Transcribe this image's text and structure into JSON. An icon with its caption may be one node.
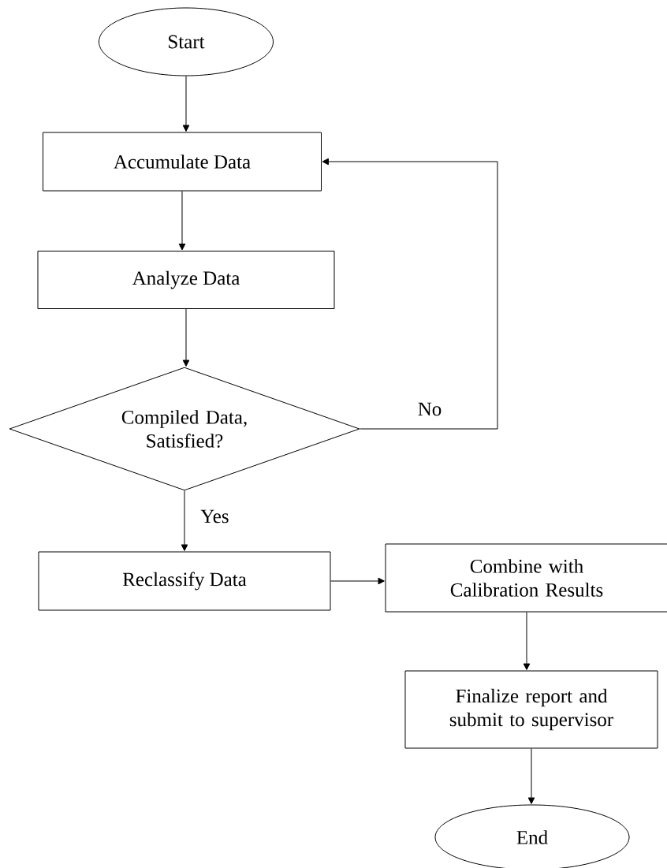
{
  "diagram": {
    "nodes": [
      {
        "text": [
          "Start"
        ]
      },
      {
        "text": [
          "Accumulate Data"
        ]
      },
      {
        "text": [
          "Analyze Data"
        ]
      },
      {
        "text": [
          "Compiled Data, Satisfied?"
        ]
      },
      {
        "text": [
          "Reclassify Data"
        ]
      },
      {
        "text": [
          "Combine with Calibration Results"
        ]
      },
      {
        "text": [
          "Finalize report and submit to supervisor"
        ]
      },
      {
        "text": [
          "End"
        ]
      }
    ],
    "edges": [
      {
        "from": 0,
        "to": 1,
        "arrow": "to"
      },
      {
        "from": 1,
        "to": 2,
        "arrow": "to"
      },
      {
        "from": 2,
        "to": 3,
        "arrow": "to"
      },
      {
        "from": 3,
        "to": 1,
        "arrow": "to",
        "label": "No"
      },
      {
        "from": 3,
        "to": 4,
        "arrow": "to",
        "label": "Yes"
      },
      {
        "from": 4,
        "to": 5,
        "arrow": "to"
      },
      {
        "from": 5,
        "to": 6,
        "arrow": "to"
      },
      {
        "from": 6,
        "to": 7,
        "arrow": "to"
      }
    ]
  }
}
